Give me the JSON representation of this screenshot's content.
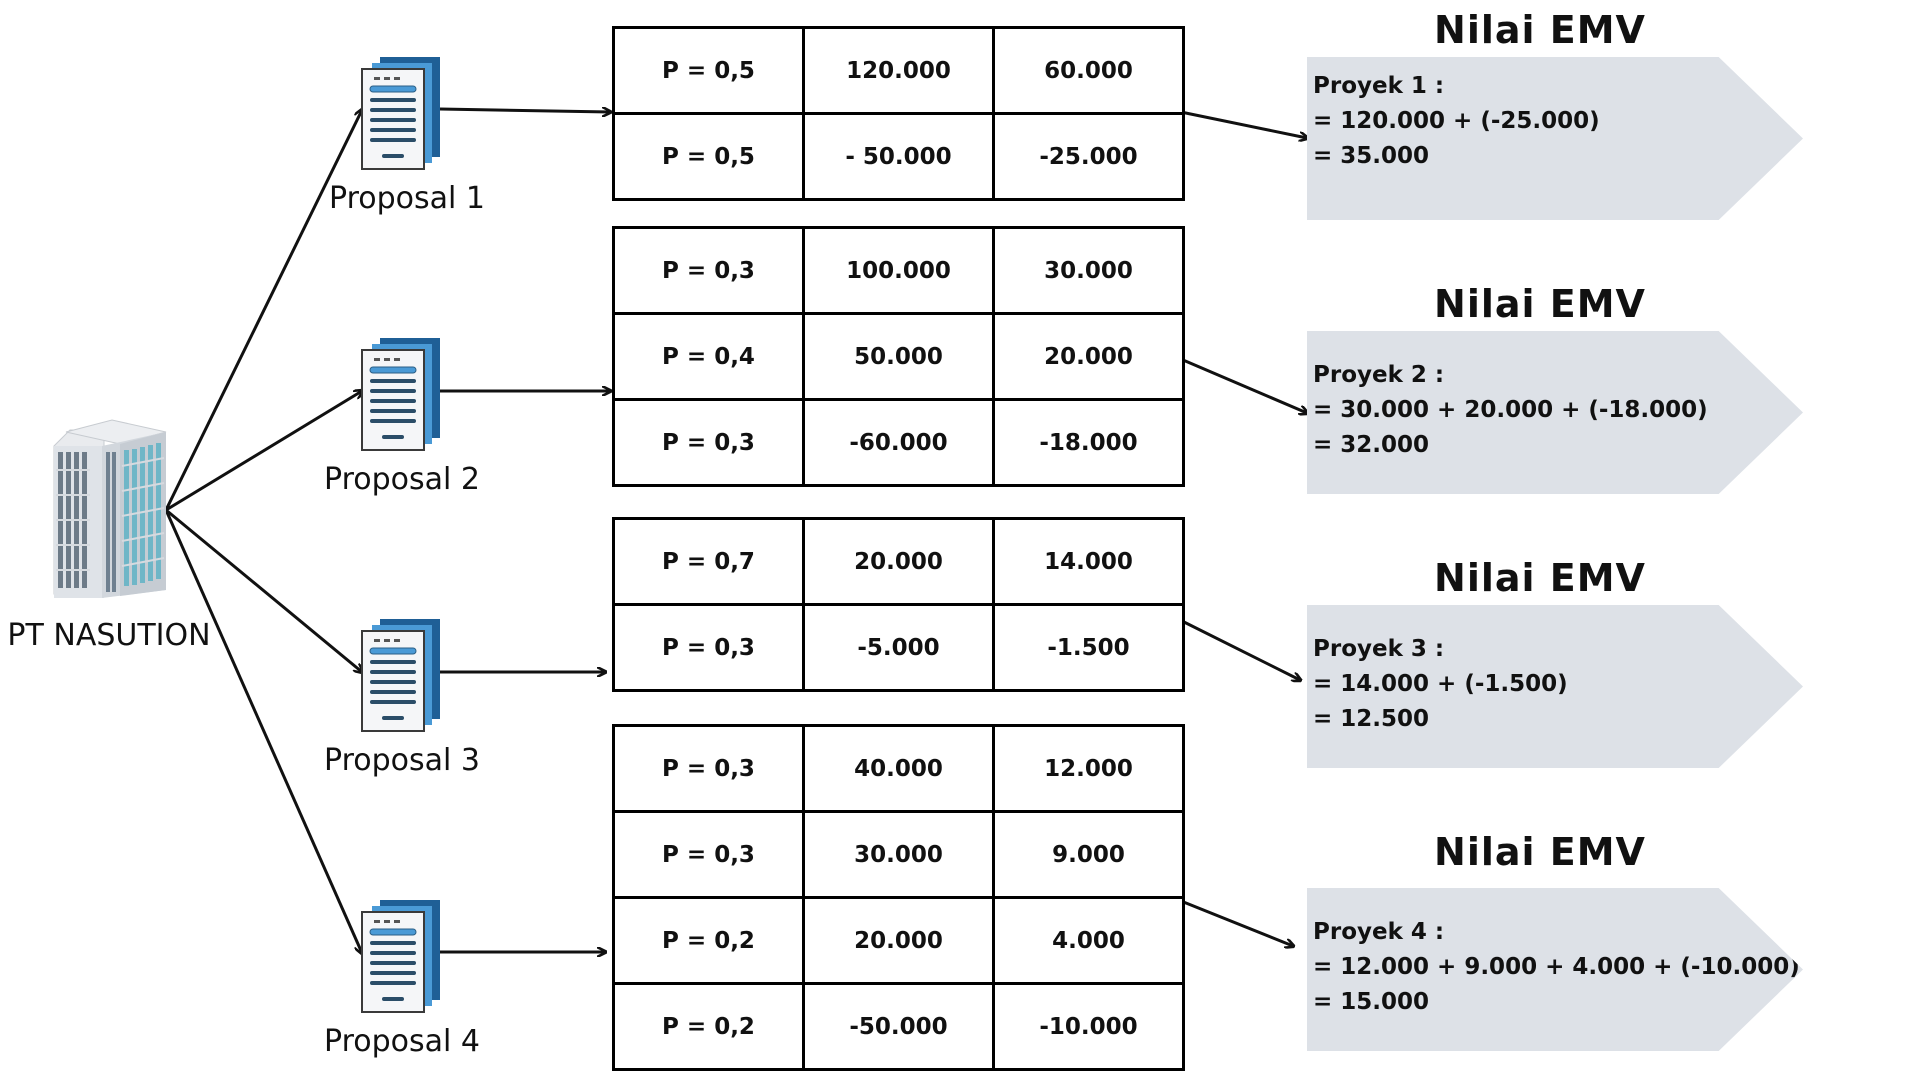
{
  "company": {
    "name": "PT NASUTION",
    "icon": "office-building-icon"
  },
  "proposals": [
    {
      "label": "Proposal 1",
      "icon": "document-stack-icon",
      "rows": [
        [
          "P = 0,5",
          "120.000",
          "60.000"
        ],
        [
          "P = 0,5",
          "- 50.000",
          "-25.000"
        ]
      ],
      "emv": {
        "title": "Nilai EMV",
        "lines": [
          "Proyek 1 :",
          "= 120.000 + (-25.000)",
          "= 35.000"
        ]
      }
    },
    {
      "label": "Proposal 2",
      "icon": "document-stack-icon",
      "rows": [
        [
          "P = 0,3",
          "100.000",
          "30.000"
        ],
        [
          "P = 0,4",
          "50.000",
          "20.000"
        ],
        [
          "P = 0,3",
          "-60.000",
          "-18.000"
        ]
      ],
      "emv": {
        "title": "Nilai EMV",
        "lines": [
          "Proyek 2 :",
          "= 30.000 + 20.000 + (-18.000)",
          "= 32.000"
        ]
      }
    },
    {
      "label": "Proposal 3",
      "icon": "document-stack-icon",
      "rows": [
        [
          "P = 0,7",
          "20.000",
          "14.000"
        ],
        [
          "P = 0,3",
          "-5.000",
          "-1.500"
        ]
      ],
      "emv": {
        "title": "Nilai EMV",
        "lines": [
          "Proyek 3 :",
          "= 14.000 + (-1.500)",
          "= 12.500"
        ]
      }
    },
    {
      "label": "Proposal 4",
      "icon": "document-stack-icon",
      "rows": [
        [
          "P = 0,3",
          "40.000",
          "12.000"
        ],
        [
          "P = 0,3",
          "30.000",
          "9.000"
        ],
        [
          "P = 0,2",
          "20.000",
          "4.000"
        ],
        [
          "P = 0,2",
          "-50.000",
          "-10.000"
        ]
      ],
      "emv": {
        "title": "Nilai EMV",
        "lines": [
          "Proyek 4 :",
          "= 12.000 + 9.000 + 4.000 + (-10.000)",
          "= 15.000"
        ]
      }
    }
  ],
  "colors": {
    "emv_box": "#dde1e7",
    "document_blue": "#1f5f96",
    "document_mid_blue": "#4a9ad6",
    "line": "#111111"
  }
}
